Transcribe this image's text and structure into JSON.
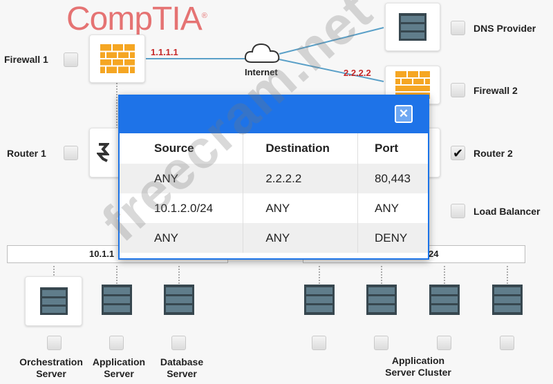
{
  "brand": {
    "logo": "CompTIA"
  },
  "network": {
    "internet_label": "Internet",
    "fw1_ip": "1.1.1.1",
    "fw2_ip": "2.2.2.2",
    "left_subnet": "10.1.1",
    "right_subnet": "24"
  },
  "devices": {
    "firewall1": {
      "label": "Firewall 1",
      "checked": false
    },
    "router1": {
      "label": "Router 1",
      "checked": false
    },
    "dns_provider": {
      "label": "DNS Provider",
      "checked": false
    },
    "firewall2": {
      "label": "Firewall 2",
      "checked": false
    },
    "router2": {
      "label": "Router 2",
      "checked": true,
      "check_glyph": "✔"
    },
    "load_balancer": {
      "label": "Load Balancer",
      "checked": false
    }
  },
  "servers": {
    "orchestration": {
      "line1": "Orchestration",
      "line2": "Server"
    },
    "application": {
      "line1": "Application",
      "line2": "Server"
    },
    "database": {
      "line1": "Database",
      "line2": "Server"
    },
    "cluster": {
      "line1": "Application",
      "line2": "Server Cluster"
    }
  },
  "dialog": {
    "close_glyph": "✕",
    "columns": [
      "Source",
      "Destination",
      "Port"
    ],
    "rows": [
      [
        "ANY",
        "2.2.2.2",
        "80,443"
      ],
      [
        "10.1.2.0/24",
        "ANY",
        "ANY"
      ],
      [
        "ANY",
        "ANY",
        "DENY"
      ]
    ]
  },
  "watermark": "freecram.net",
  "colors": {
    "accent": "#1e73e8",
    "ip_red": "#c62828",
    "logo": "#e57373",
    "link": "#5aa0c8"
  }
}
